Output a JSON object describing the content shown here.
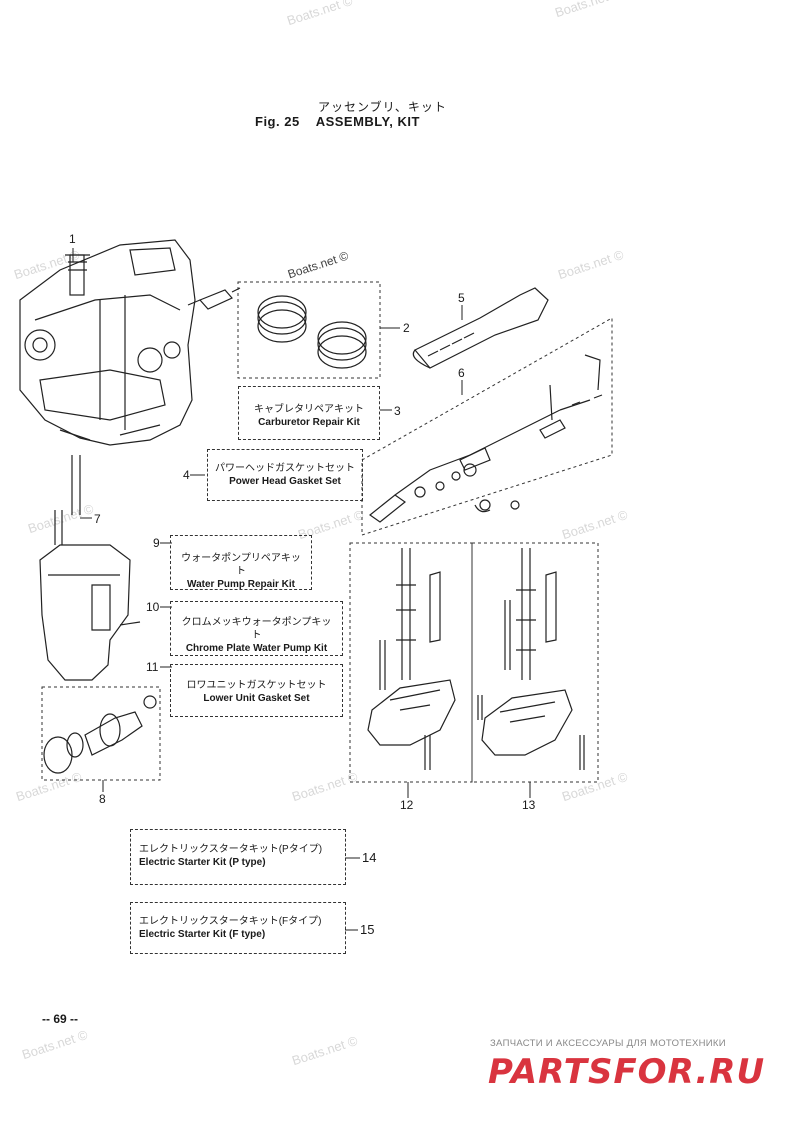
{
  "figure": {
    "title_jp": "アッセンブリ、キット",
    "fig_label": "Fig. 25",
    "title_en": "ASSEMBLY, KIT"
  },
  "watermarks": {
    "text": "Boats.net ©"
  },
  "kits": [
    {
      "ref": "2",
      "jp": "",
      "en": ""
    },
    {
      "ref": "3",
      "jp": "キャブレタリペアキット",
      "en": "Carburetor Repair Kit"
    },
    {
      "ref": "4",
      "jp": "パワーヘッドガスケットセット",
      "en": "Power Head Gasket Set"
    },
    {
      "ref": "9",
      "jp": "ウォータポンプリペアキット",
      "en": "Water Pump Repair Kit"
    },
    {
      "ref": "10",
      "jp": "クロムメッキウォータポンプキット",
      "en": "Chrome Plate Water Pump Kit"
    },
    {
      "ref": "11",
      "jp": "ロワユニットガスケットセット",
      "en": "Lower Unit Gasket Set"
    },
    {
      "ref": "14",
      "jp": "エレクトリックスタータキット(Pタイプ)",
      "en": "Electric Starter Kit (P type)"
    },
    {
      "ref": "15",
      "jp": "エレクトリックスタータキット(Fタイプ)",
      "en": "Electric Starter Kit (F type)"
    }
  ],
  "callouts": [
    "1",
    "2",
    "3",
    "4",
    "5",
    "6",
    "7",
    "8",
    "9",
    "10",
    "11",
    "12",
    "13",
    "14",
    "15"
  ],
  "page": {
    "number": "-- 69 --"
  },
  "promo": {
    "tagline": "ЗАПЧАСТИ И АКСЕССУАРЫ ДЛЯ МОТОТЕХНИКИ",
    "logo": "PARTSFOR.RU"
  }
}
